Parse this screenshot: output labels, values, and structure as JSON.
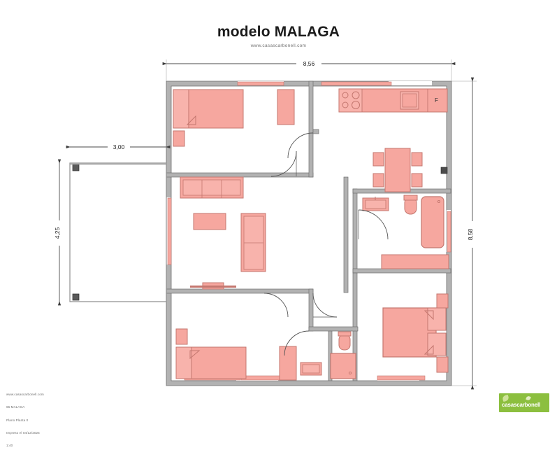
{
  "document": {
    "title": "modelo MALAGA",
    "subtitle": "www.casascarbonell.com",
    "type": "architectural-floor-plan"
  },
  "footer": {
    "line1": "www.casascarbonell.com",
    "line2": "65 MALAGA",
    "line3": "Plano Planta 0",
    "line4": "Impreso el 04/12/2025",
    "line5": "1:40"
  },
  "logo": {
    "text": "casascarbonell",
    "color": "#8cbf3f"
  },
  "dimensions": {
    "top_width": "8,56",
    "right_height": "8,58",
    "porch_width": "3,00",
    "porch_height": "4,25"
  },
  "labels": {
    "fridge": "F"
  },
  "colors": {
    "wall": "#b2b2b2",
    "wall_stroke": "#6f6f6f",
    "furniture_fill": "#f6a79f",
    "furniture_stroke": "#c4776f",
    "dimension_line": "#4a4a4a",
    "background": "#ffffff",
    "accent_green": "#8cbf3f"
  },
  "rooms": [
    {
      "name": "dormitorio-superior-izquierda",
      "furniture": [
        "double-bed",
        "nightstand",
        "wardrobe"
      ]
    },
    {
      "name": "salon-comedor",
      "furniture": [
        "sofa-3-seat",
        "coffee-table",
        "sofa-2-seat",
        "tv-unit"
      ]
    },
    {
      "name": "dormitorio-inferior-izquierda",
      "furniture": [
        "double-bed",
        "nightstand",
        "wardrobe"
      ]
    },
    {
      "name": "cocina",
      "furniture": [
        "stove-4-burner",
        "sink",
        "counter",
        "fridge"
      ]
    },
    {
      "name": "comedor",
      "furniture": [
        "dining-table",
        "chair",
        "chair",
        "chair",
        "chair"
      ]
    },
    {
      "name": "bano-principal",
      "furniture": [
        "vanity-sink",
        "toilet",
        "bathtub"
      ]
    },
    {
      "name": "bano-secundario",
      "furniture": [
        "toilet",
        "shower",
        "vanity-sink"
      ]
    },
    {
      "name": "dormitorio-principal",
      "furniture": [
        "double-bed",
        "nightstand",
        "nightstand"
      ]
    },
    {
      "name": "porche-terraza",
      "furniture": [
        "column",
        "column"
      ]
    }
  ]
}
